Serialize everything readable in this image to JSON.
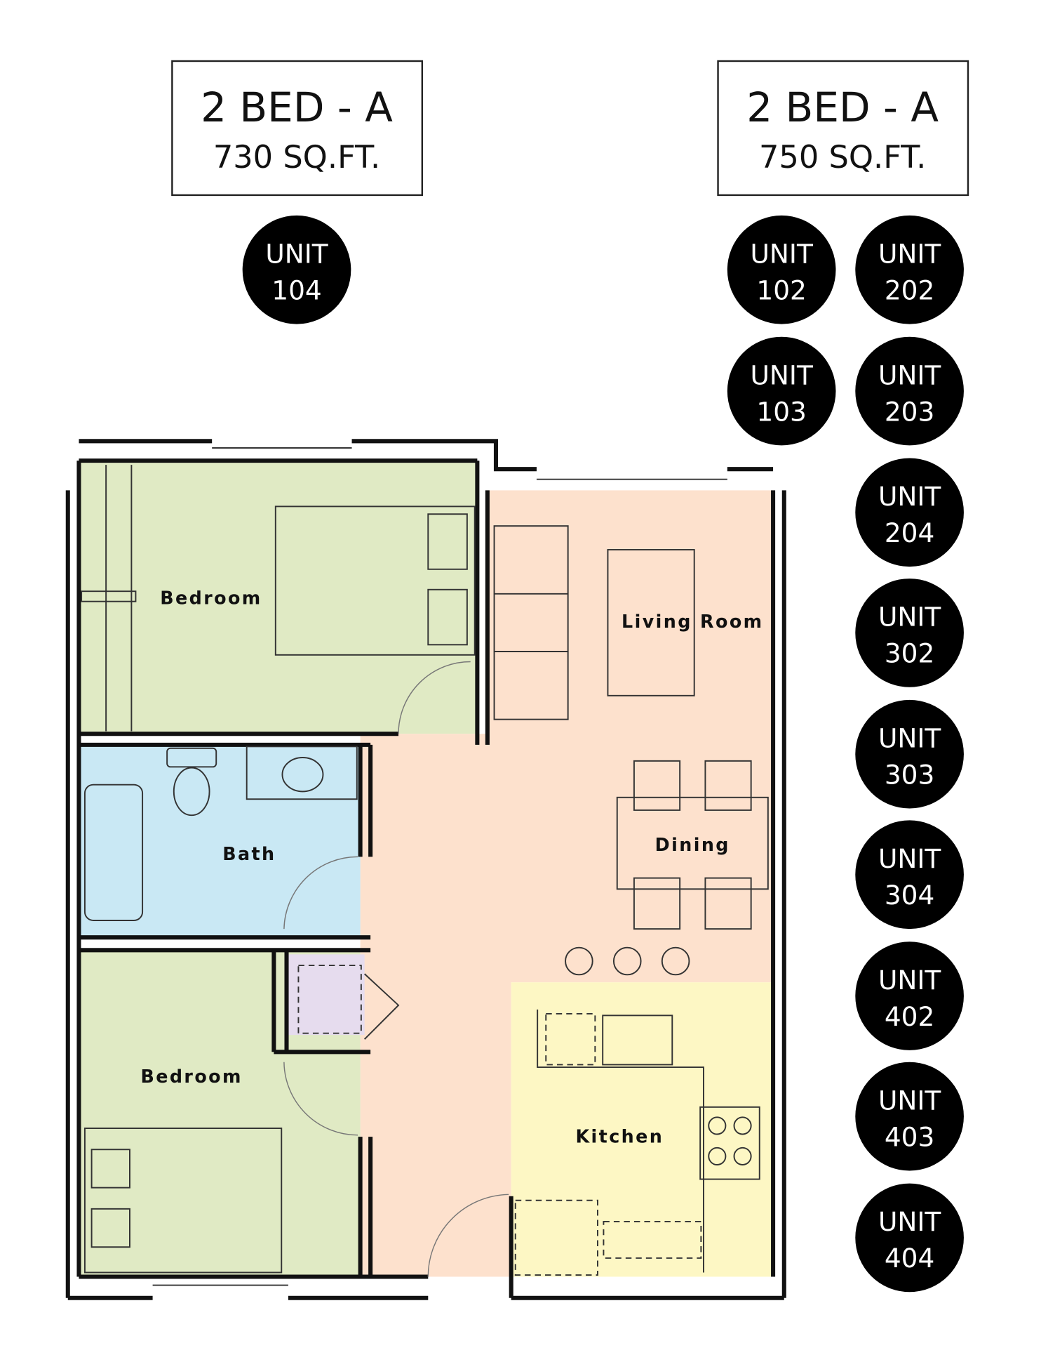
{
  "plans": [
    {
      "title": "2 BED - A",
      "area": "730 SQ.FT.",
      "units": [
        {
          "line1": "UNIT",
          "line2": "104"
        }
      ]
    },
    {
      "title": "2 BED - A",
      "area": "750 SQ.FT.",
      "units": [
        {
          "line1": "UNIT",
          "line2": "102"
        },
        {
          "line1": "UNIT",
          "line2": "103"
        },
        {
          "line1": "UNIT",
          "line2": "202"
        },
        {
          "line1": "UNIT",
          "line2": "203"
        },
        {
          "line1": "UNIT",
          "line2": "204"
        },
        {
          "line1": "UNIT",
          "line2": "302"
        },
        {
          "line1": "UNIT",
          "line2": "303"
        },
        {
          "line1": "UNIT",
          "line2": "304"
        },
        {
          "line1": "UNIT",
          "line2": "402"
        },
        {
          "line1": "UNIT",
          "line2": "403"
        },
        {
          "line1": "UNIT",
          "line2": "404"
        }
      ]
    }
  ],
  "rooms": {
    "bedroom_1": "Bedroom",
    "living_room": "Living Room",
    "bath": "Bath",
    "dining": "Dining",
    "bedroom_2": "Bedroom",
    "kitchen": "Kitchen"
  },
  "colors": {
    "bedroom": "#e0eac4",
    "living": "#fde1cd",
    "bath": "#c9e8f4",
    "kitchen": "#fdf7c4",
    "closet": "#e6dcee"
  }
}
